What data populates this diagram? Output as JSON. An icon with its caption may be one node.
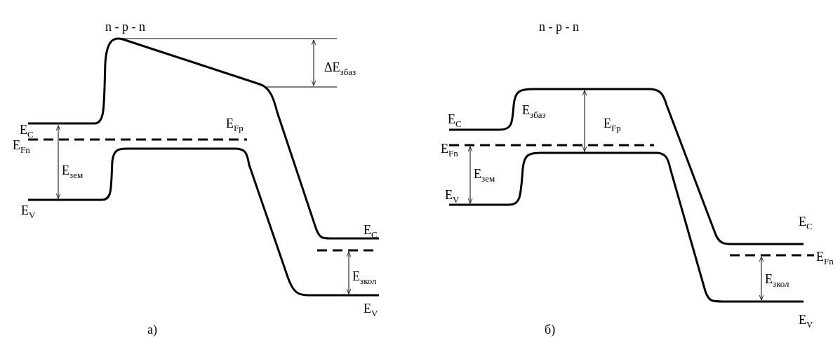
{
  "diagram": {
    "labels": [
      "n - p - n",
      "ΔE$_{збаз}$",
      "E$_{C}$",
      "E$_{Fn}$",
      "E$_{Fp}$",
      "E$_{зем}$",
      "E$_{V}$",
      "E$_{C}$",
      "E$_{зкол}$",
      "E$_{V}$",
      "а)",
      "n - p - n",
      "E$_{C}$",
      "E$_{збаз}$",
      "E$_{Fn}$",
      "E$_{Fp}$",
      "E$_{зем}$",
      "E$_{V}$",
      "E$_{C}$",
      "E$_{Fn}$",
      "E$_{зкол}$",
      "E$_{V}$",
      "б)"
    ]
  }
}
